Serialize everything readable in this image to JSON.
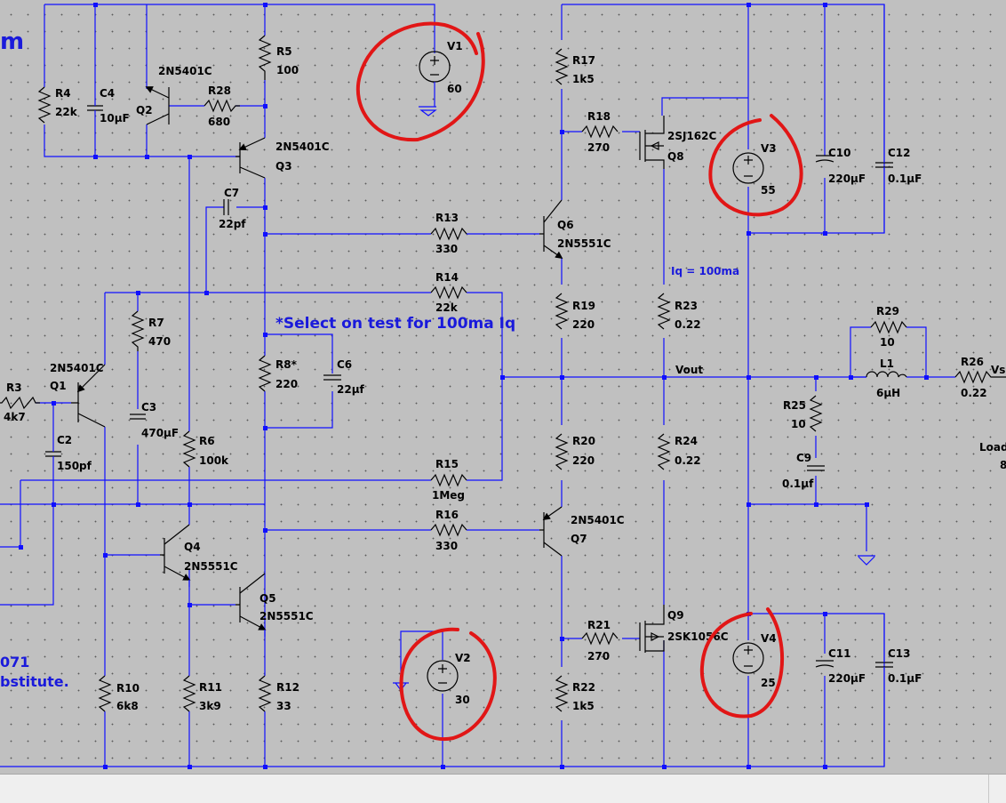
{
  "annotations": {
    "select_note": "*Select on test for 100ma Iq",
    "iq_note": "Iq = 100ma",
    "vout": "Vout",
    "left_title": "m",
    "left_line1": "071",
    "left_line2": "bstitute.",
    "load_label": "Load",
    "load_value": "8",
    "vsp_label": "Vs"
  },
  "sources": [
    {
      "name": "V1",
      "value": "60"
    },
    {
      "name": "V2",
      "value": "30"
    },
    {
      "name": "V3",
      "value": "55"
    },
    {
      "name": "V4",
      "value": "25"
    }
  ],
  "resistors": [
    {
      "name": "R3",
      "value": "4k7"
    },
    {
      "name": "R4",
      "value": "22k"
    },
    {
      "name": "R5",
      "value": "100"
    },
    {
      "name": "R6",
      "value": "100k"
    },
    {
      "name": "R7",
      "value": "470"
    },
    {
      "name": "R8*",
      "value": "220"
    },
    {
      "name": "R10",
      "value": "6k8"
    },
    {
      "name": "R11",
      "value": "3k9"
    },
    {
      "name": "R12",
      "value": "33"
    },
    {
      "name": "R13",
      "value": "330"
    },
    {
      "name": "R14",
      "value": "22k"
    },
    {
      "name": "R15",
      "value": "1Meg"
    },
    {
      "name": "R16",
      "value": "330"
    },
    {
      "name": "R17",
      "value": "1k5"
    },
    {
      "name": "R18",
      "value": "270"
    },
    {
      "name": "R19",
      "value": "220"
    },
    {
      "name": "R20",
      "value": "220"
    },
    {
      "name": "R21",
      "value": "270"
    },
    {
      "name": "R22",
      "value": "1k5"
    },
    {
      "name": "R23",
      "value": "0.22"
    },
    {
      "name": "R24",
      "value": "0.22"
    },
    {
      "name": "R25",
      "value": "10"
    },
    {
      "name": "R26",
      "value": "0.22"
    },
    {
      "name": "R28",
      "value": "680"
    },
    {
      "name": "R29",
      "value": "10"
    }
  ],
  "capacitors": [
    {
      "name": "C2",
      "value": "150pf"
    },
    {
      "name": "C3",
      "value": "470µF"
    },
    {
      "name": "C4",
      "value": "10µF"
    },
    {
      "name": "C6",
      "value": "22µf"
    },
    {
      "name": "C7",
      "value": "22pf"
    },
    {
      "name": "C9",
      "value": "0.1µf"
    },
    {
      "name": "C10",
      "value": "220µF"
    },
    {
      "name": "C11",
      "value": "220µF"
    },
    {
      "name": "C12",
      "value": "0.1µF"
    },
    {
      "name": "C13",
      "value": "0.1µF"
    }
  ],
  "inductors": [
    {
      "name": "L1",
      "value": "6µH"
    }
  ],
  "transistors": [
    {
      "name": "Q1",
      "part": "2N5401C"
    },
    {
      "name": "Q2",
      "part": "2N5401C"
    },
    {
      "name": "Q3",
      "part": "2N5401C"
    },
    {
      "name": "Q4",
      "part": "2N5551C"
    },
    {
      "name": "Q5",
      "part": "2N5551C"
    },
    {
      "name": "Q6",
      "part": "2N5551C"
    },
    {
      "name": "Q7",
      "part": "2N5401C"
    },
    {
      "name": "Q8",
      "part": "2SJ162C"
    },
    {
      "name": "Q9",
      "part": "2SK1056C"
    }
  ]
}
